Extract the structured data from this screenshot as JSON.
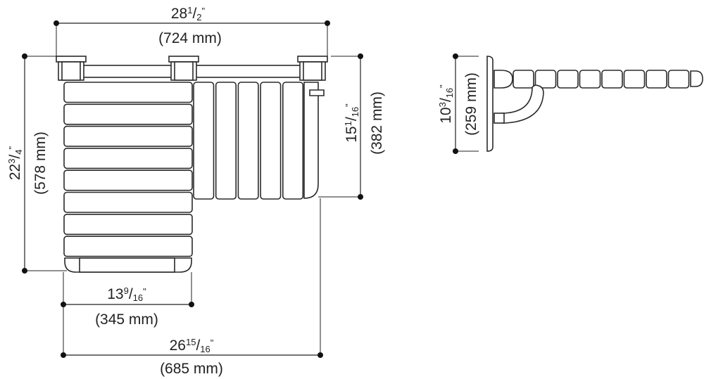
{
  "drawing": {
    "overall_width": {
      "whole": "28",
      "num": "1",
      "den": "2",
      "inch": "\"",
      "metric": "(724 mm)"
    },
    "overall_depth": {
      "whole": "22",
      "num": "3",
      "den": "4",
      "inch": "\"",
      "metric": "(578 mm)"
    },
    "back_height": {
      "whole": "15",
      "num": "1",
      "den": "16",
      "inch": "\"",
      "metric": "(382 mm)"
    },
    "seat_width": {
      "whole": "13",
      "num": "9",
      "den": "16",
      "inch": "\"",
      "metric": "(345 mm)"
    },
    "total_width": {
      "whole": "26",
      "num": "15",
      "den": "16",
      "inch": "\"",
      "metric": "(685 mm)"
    },
    "folded_depth": {
      "whole": "10",
      "num": "3",
      "den": "16",
      "inch": "\"",
      "metric": "(259 mm)"
    }
  }
}
